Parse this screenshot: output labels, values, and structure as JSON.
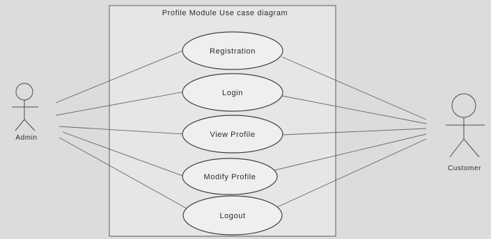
{
  "diagram": {
    "system_title": "Profile Module Use case diagram",
    "actors": {
      "admin": {
        "label": "Admin"
      },
      "customer": {
        "label": "Customer"
      }
    },
    "usecases": [
      {
        "id": "registration",
        "label": "Registration"
      },
      {
        "id": "login",
        "label": "Login"
      },
      {
        "id": "view-profile",
        "label": "View Profile"
      },
      {
        "id": "modify-profile",
        "label": "Modify Profile"
      },
      {
        "id": "logout",
        "label": "Logout"
      }
    ]
  }
}
